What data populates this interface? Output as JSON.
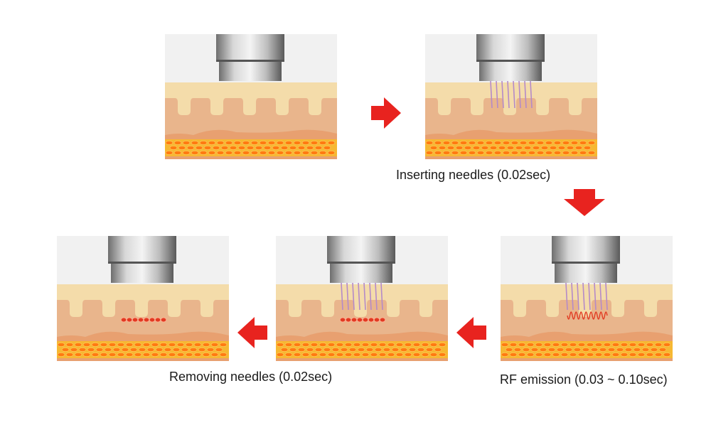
{
  "captions": {
    "inserting": "Inserting needles (0.02sec)",
    "rf_emission": "RF emission (0.03 ~ 0.10sec)",
    "removing": "Removing needles (0.02sec)"
  },
  "colors": {
    "arrow": "#e8231f",
    "skin_top": "#f4dcaa",
    "dermis": "#e9b58c",
    "fat": "#f6b832",
    "fat_cell": "#ff7a10",
    "heat_mark": "#e23a22",
    "needle": "#b48ac8"
  },
  "panels": [
    {
      "state": "handpiece-above-skin"
    },
    {
      "state": "needles-inserted"
    },
    {
      "state": "rf-emission"
    },
    {
      "state": "needles-inserted-coagulation"
    },
    {
      "state": "needles-removed-coagulation"
    }
  ]
}
